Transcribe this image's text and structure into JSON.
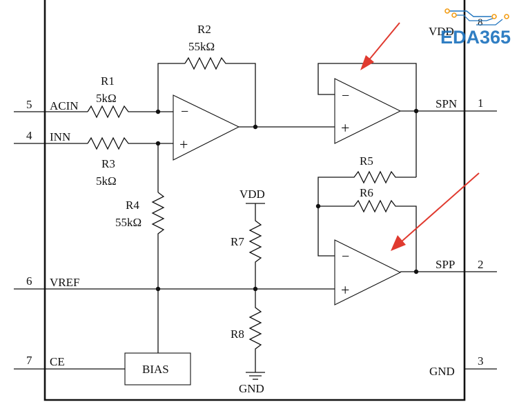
{
  "pins": {
    "acin": {
      "num": "5",
      "name": "ACIN"
    },
    "inn": {
      "num": "4",
      "name": "INN"
    },
    "vref": {
      "num": "6",
      "name": "VREF"
    },
    "ce": {
      "num": "7",
      "name": "CE"
    },
    "spn": {
      "num": "1",
      "name": "SPN"
    },
    "spp": {
      "num": "2",
      "name": "SPP"
    },
    "gnd": {
      "num": "3",
      "name": "GND"
    },
    "vdd": {
      "num": "8",
      "name": "VDD"
    }
  },
  "resistors": {
    "r1": {
      "name": "R1",
      "value": "5kΩ"
    },
    "r2": {
      "name": "R2",
      "value": "55kΩ"
    },
    "r3": {
      "name": "R3",
      "value": "5kΩ"
    },
    "r4": {
      "name": "R4",
      "value": "55kΩ"
    },
    "r5": {
      "name": "R5"
    },
    "r6": {
      "name": "R6"
    },
    "r7": {
      "name": "R7"
    },
    "r8": {
      "name": "R8"
    }
  },
  "blocks": {
    "bias": "BIAS"
  },
  "supply": {
    "vdd": "VDD",
    "gnd": "GND"
  },
  "opamp_signs": {
    "minus": "−",
    "plus": "+"
  },
  "watermark": {
    "text": "EDA365"
  },
  "colors": {
    "wire": "#111111",
    "arrow": "#e03a2f",
    "logo": "#1e73be",
    "logo_accent": "#f39c12"
  }
}
